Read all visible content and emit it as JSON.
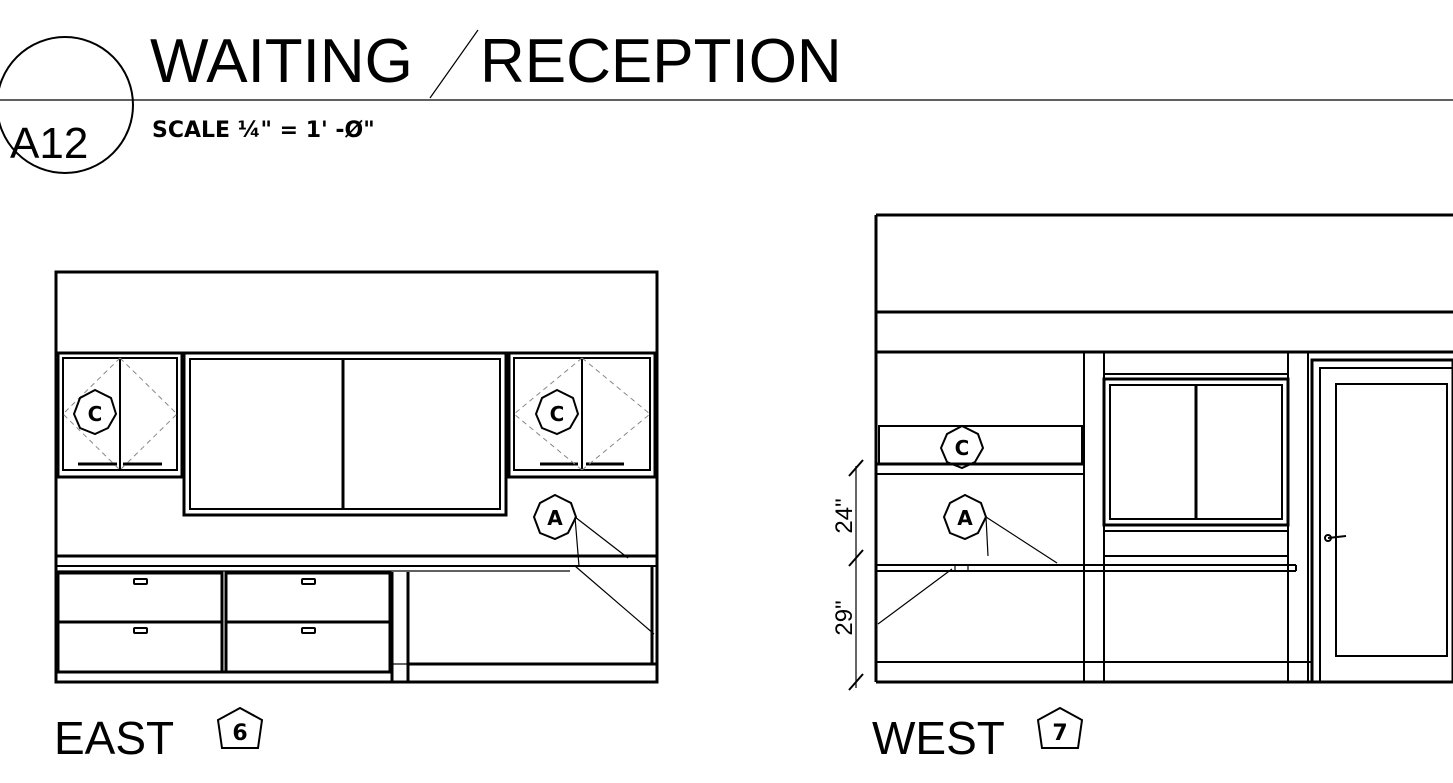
{
  "title_block": {
    "sheet_number": "A12",
    "title_part1": "WAITING",
    "title_part2": "RECEPTION",
    "scale": "SCALE ¼\" = 1' -Ø\""
  },
  "elevations": [
    {
      "label": "EAST",
      "number": "6",
      "tags": [
        "C",
        "C",
        "A"
      ]
    },
    {
      "label": "WEST",
      "number": "7",
      "tags": [
        "C",
        "A"
      ],
      "dimensions": [
        "24\"",
        "29\""
      ]
    }
  ]
}
